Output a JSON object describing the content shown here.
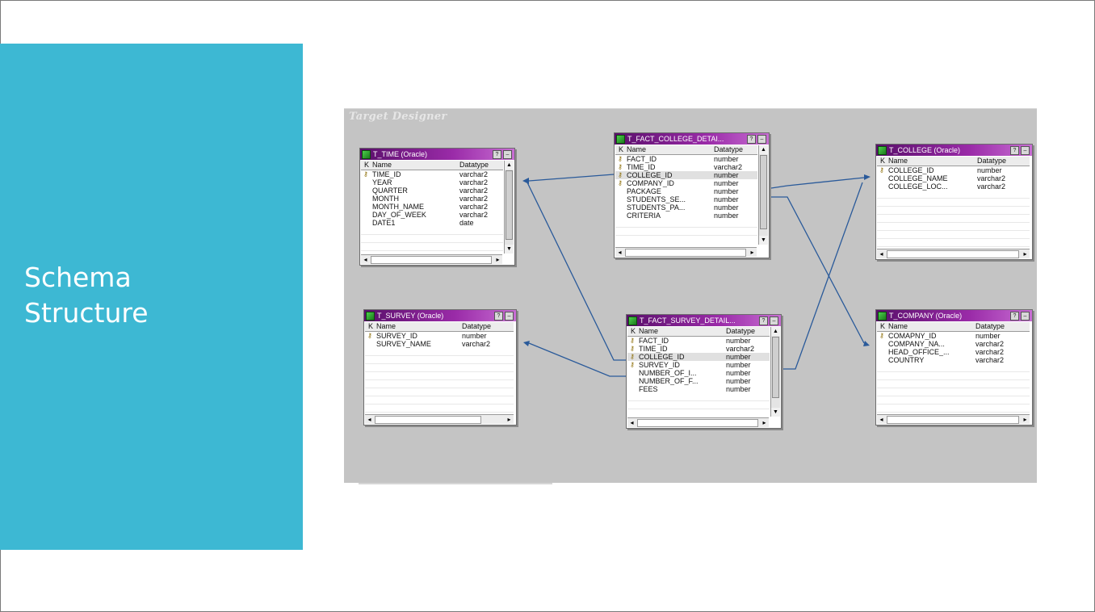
{
  "slide": {
    "title": "Schema\nStructure"
  },
  "designer": {
    "caption": "Target Designer"
  },
  "headers": {
    "k": "K",
    "name": "Name",
    "datatype": "Datatype"
  },
  "tables": {
    "t_time": {
      "title": "T_TIME (Oracle)",
      "rows": [
        {
          "key": true,
          "name": "TIME_ID",
          "type": "varchar2"
        },
        {
          "key": false,
          "name": "YEAR",
          "type": "varchar2"
        },
        {
          "key": false,
          "name": "QUARTER",
          "type": "varchar2"
        },
        {
          "key": false,
          "name": "MONTH",
          "type": "varchar2"
        },
        {
          "key": false,
          "name": "MONTH_NAME",
          "type": "varchar2"
        },
        {
          "key": false,
          "name": "DAY_OF_WEEK",
          "type": "varchar2"
        },
        {
          "key": false,
          "name": "DATE1",
          "type": "date"
        }
      ]
    },
    "t_fact_college": {
      "title": "T_FACT_COLLEGE_DETAI...",
      "rows": [
        {
          "key": true,
          "name": "FACT_ID",
          "type": "number"
        },
        {
          "key": true,
          "name": "TIME_ID",
          "type": "varchar2"
        },
        {
          "key": true,
          "name": "COLLEGE_ID",
          "type": "number",
          "hl": true
        },
        {
          "key": true,
          "name": "COMPANY_ID",
          "type": "number"
        },
        {
          "key": false,
          "name": "PACKAGE",
          "type": "number"
        },
        {
          "key": false,
          "name": "STUDENTS_SE...",
          "type": "number"
        },
        {
          "key": false,
          "name": "STUDENTS_PA...",
          "type": "number"
        },
        {
          "key": false,
          "name": "CRITERIA",
          "type": "number"
        }
      ]
    },
    "t_college": {
      "title": "T_COLLEGE (Oracle)",
      "rows": [
        {
          "key": true,
          "name": "COLLEGE_ID",
          "type": "number"
        },
        {
          "key": false,
          "name": "COLLEGE_NAME",
          "type": "varchar2"
        },
        {
          "key": false,
          "name": "COLLEGE_LOC...",
          "type": "varchar2"
        }
      ]
    },
    "t_survey": {
      "title": "T_SURVEY (Oracle)",
      "rows": [
        {
          "key": true,
          "name": "SURVEY_ID",
          "type": "number"
        },
        {
          "key": false,
          "name": "SURVEY_NAME",
          "type": "varchar2"
        }
      ]
    },
    "t_fact_survey": {
      "title": "T_FACT_SURVEY_DETAIL...",
      "rows": [
        {
          "key": true,
          "name": "FACT_ID",
          "type": "number"
        },
        {
          "key": true,
          "name": "TIME_ID",
          "type": "varchar2"
        },
        {
          "key": true,
          "name": "COLLEGE_ID",
          "type": "number",
          "hl": true
        },
        {
          "key": true,
          "name": "SURVEY_ID",
          "type": "number"
        },
        {
          "key": false,
          "name": "NUMBER_OF_I...",
          "type": "number"
        },
        {
          "key": false,
          "name": "NUMBER_OF_F...",
          "type": "number"
        },
        {
          "key": false,
          "name": "FEES",
          "type": "number"
        }
      ]
    },
    "t_company": {
      "title": "T_COMPANY (Oracle)",
      "rows": [
        {
          "key": true,
          "name": "COMAPNY_ID",
          "type": "number"
        },
        {
          "key": false,
          "name": "COMPANY_NA...",
          "type": "varchar2"
        },
        {
          "key": false,
          "name": "HEAD_OFFICE_...",
          "type": "varchar2"
        },
        {
          "key": false,
          "name": "COUNTRY",
          "type": "varchar2"
        }
      ]
    }
  },
  "colors": {
    "link": "#2a5a9a",
    "panel": "#3db8d3",
    "canvas": "#c4c4c4"
  },
  "icons": {
    "key": "key-icon",
    "table": "table-icon",
    "help": "help-icon",
    "minimize": "minimize-icon"
  }
}
